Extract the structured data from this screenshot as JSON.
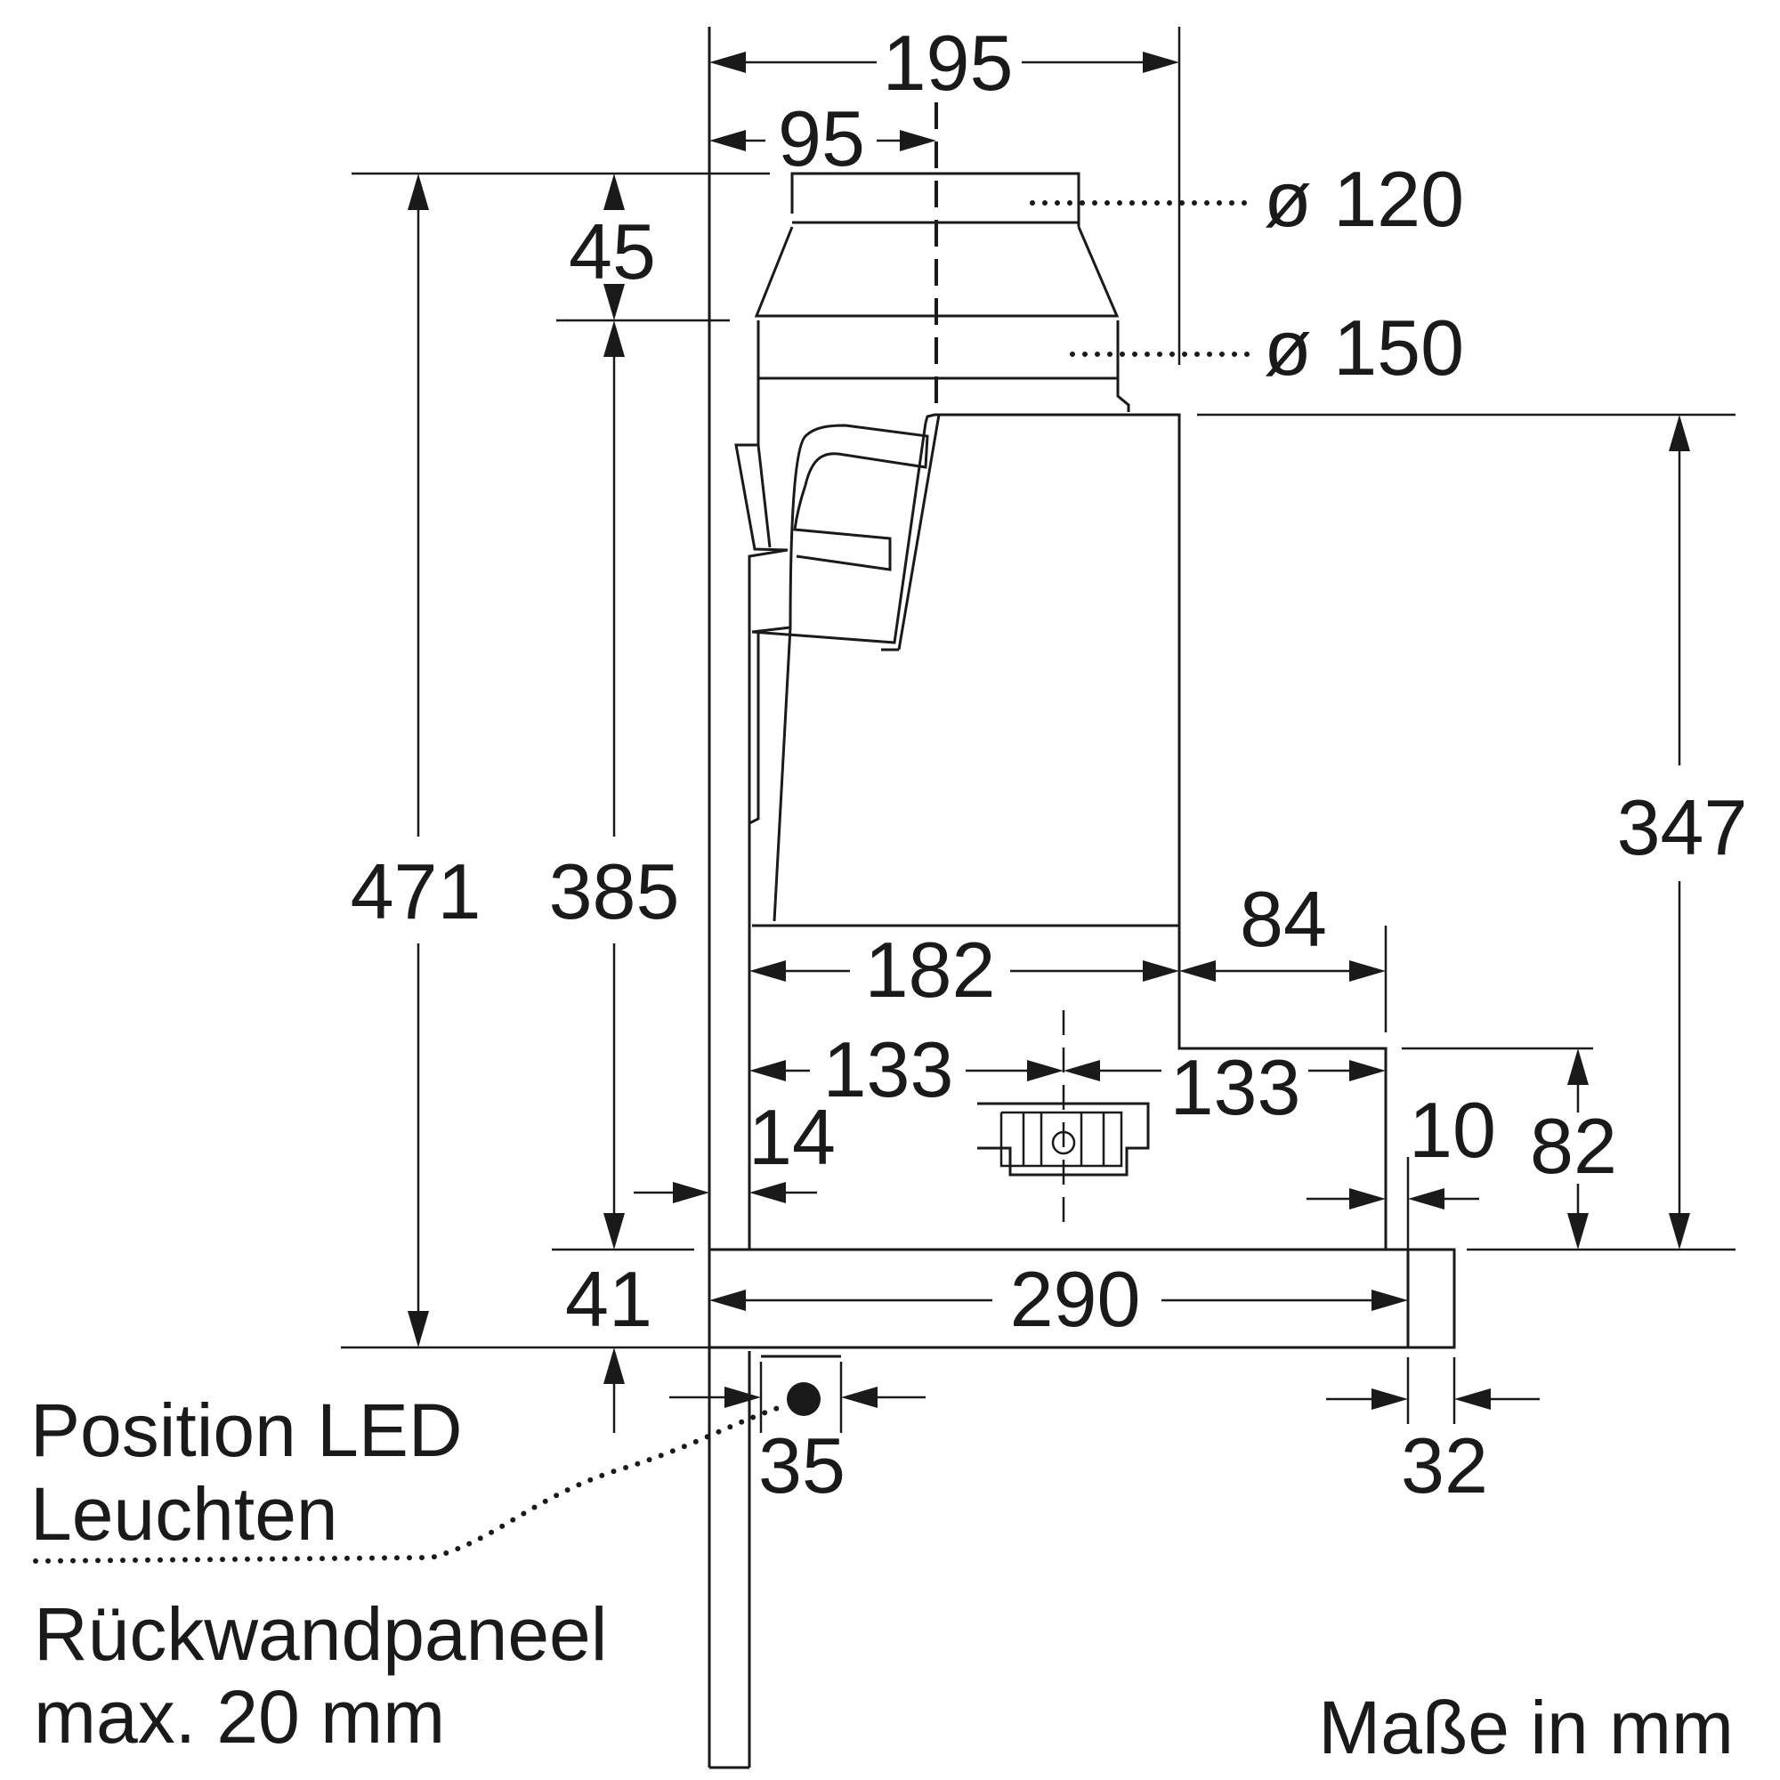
{
  "dimensions": {
    "width_total": "195",
    "half_width": "95",
    "top_section": "45",
    "height_total": "471",
    "height_body": "385",
    "height_front": "347",
    "body_width": "182",
    "depth_rear": "84",
    "span_left": "133",
    "span_right": "133",
    "offset_left": "14",
    "offset_right": "10",
    "front_height": "82",
    "panel_height": "41",
    "panel_width": "290",
    "led_offset": "35",
    "front_thickness": "32"
  },
  "diameters": {
    "upper": "ø 120",
    "lower": "ø 150"
  },
  "labels": {
    "led_line1": "Position LED",
    "led_line2": "Leuchten",
    "panel_line1": "Rückwandpaneel",
    "panel_line2": "max. 20 mm",
    "units": "Maße in mm"
  }
}
